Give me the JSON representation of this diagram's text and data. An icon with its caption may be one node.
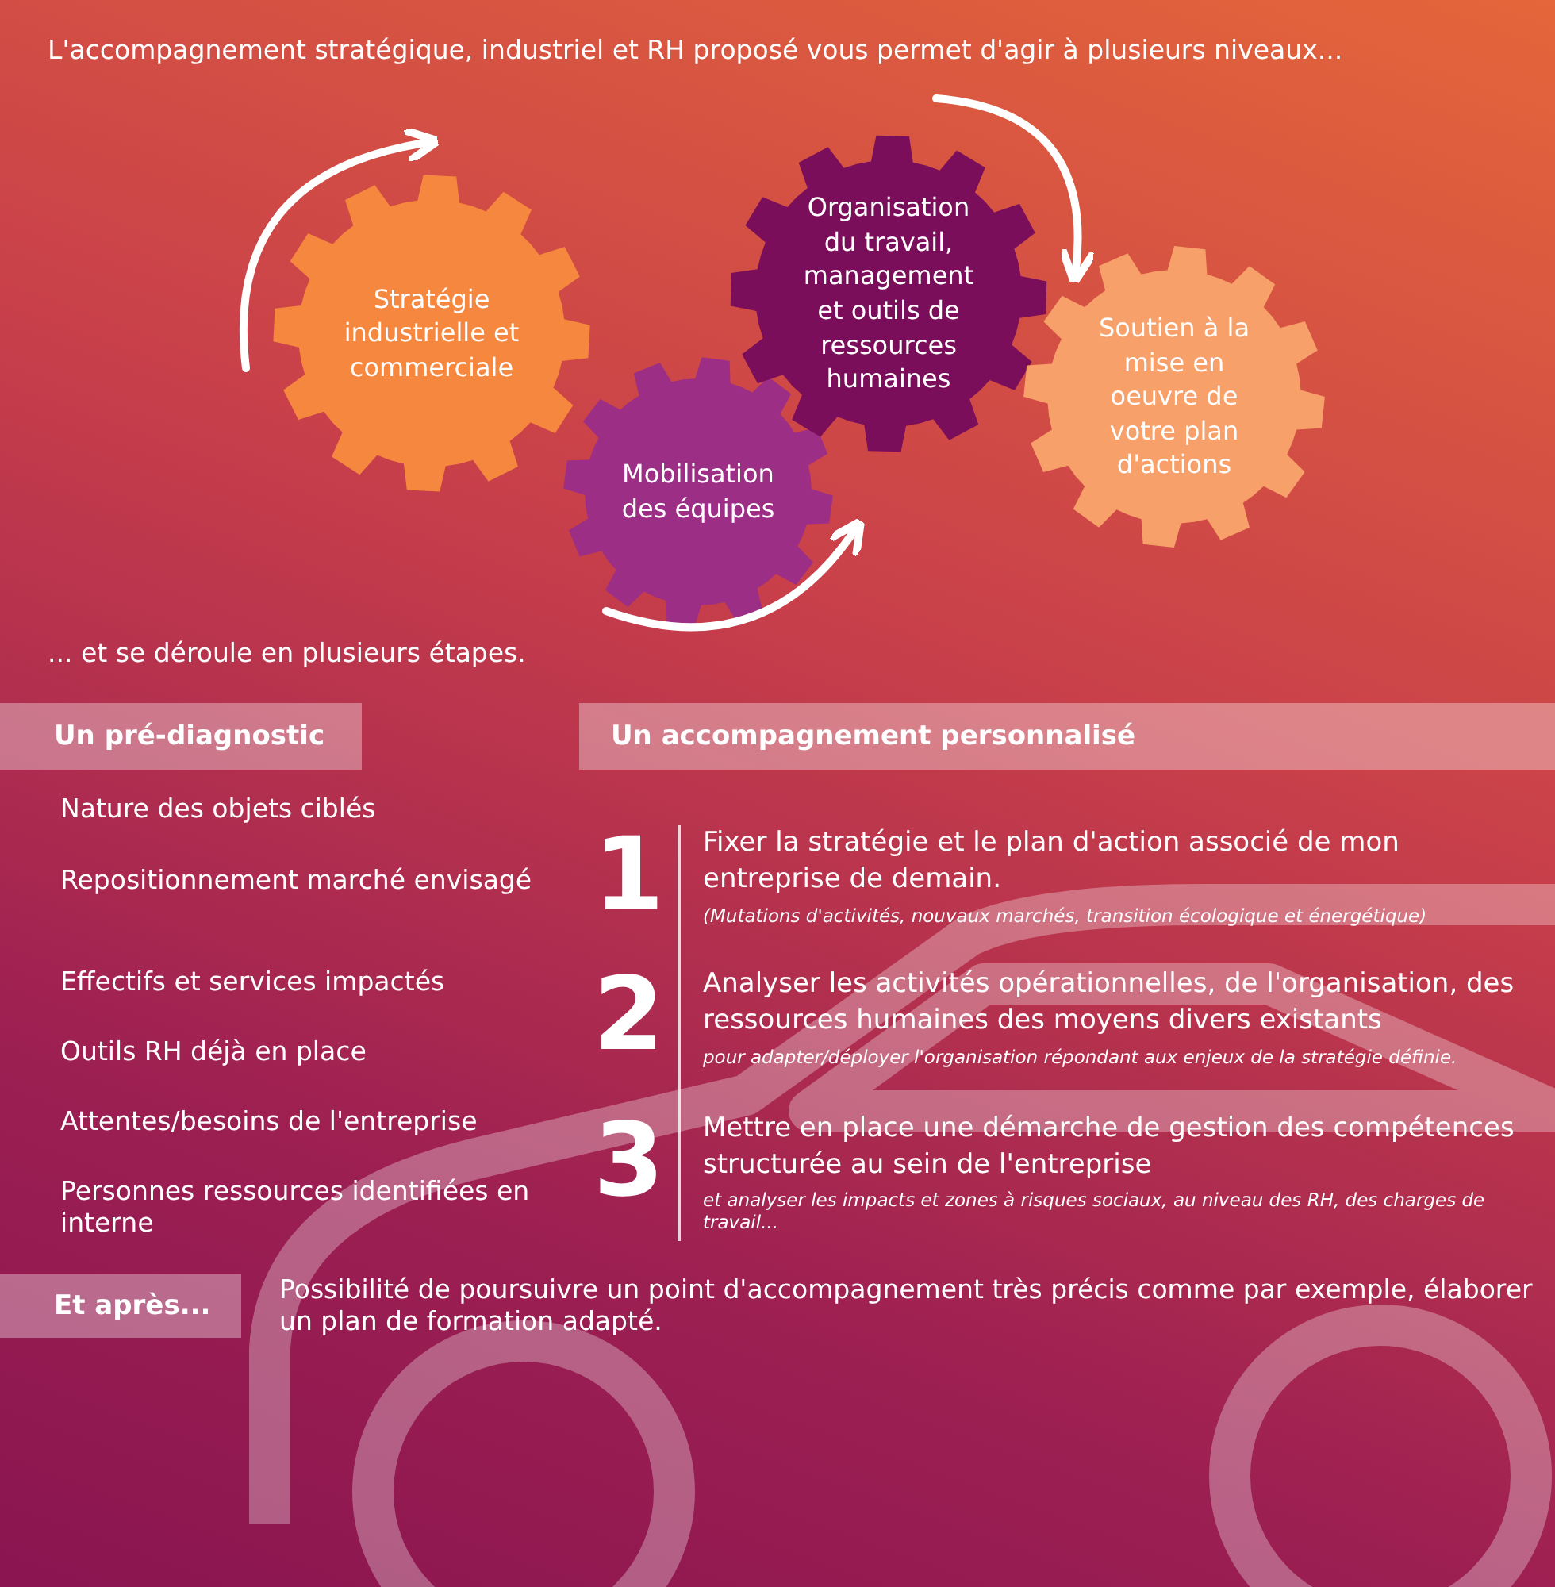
{
  "diagram": {
    "title": "L'accompagnement stratégique, industriel et RH proposé vous permet d'agir à plusieurs niveaux...",
    "nodes": [
      {
        "text": [
          "Stratégie industrielle et commerciale"
        ]
      },
      {
        "text": [
          "Mobilisation des équipes"
        ]
      },
      {
        "text": [
          "Organisation du travail, management et outils de ressources humaines"
        ]
      },
      {
        "text": [
          "Soutien à la mise en oeuvre de votre plan d'actions"
        ]
      },
      {
        "text": [
          "Un pré-diagnostic"
        ]
      },
      {
        "text": [
          "Un accompagnement personnalisé"
        ]
      },
      {
        "text": [
          "Et après..."
        ]
      }
    ],
    "labels": [
      "... et se déroule en plusieurs étapes.",
      "Nature des objets ciblés",
      "Repositionnement marché envisagé",
      "Effectifs et services impactés",
      "Outils RH déjà en place",
      "Attentes/besoins de l'entreprise",
      "Personnes ressources identifiées en interne",
      "1",
      "Fixer la stratégie et le plan d'action associé de mon entreprise de demain.",
      "(Mutations d'activités, nouvaux marchés, transition écologique et énergétique)",
      "2",
      "Analyser les activités opérationnelles, de l'organisation, des ressources humaines des moyens divers existants",
      "pour adapter/déployer l'organisation répondant aux enjeux de la stratégie définie.",
      "3",
      "Mettre en place une démarche de gestion des compétences structurée au sein de l'entreprise",
      "et analyser les impacts et zones à risques sociaux, au niveau des RH, des charges de travail...",
      "Possibilité de poursuivre un point d'accompagnement très précis comme par exemple, élaborer un plan de formation adapté."
    ]
  }
}
